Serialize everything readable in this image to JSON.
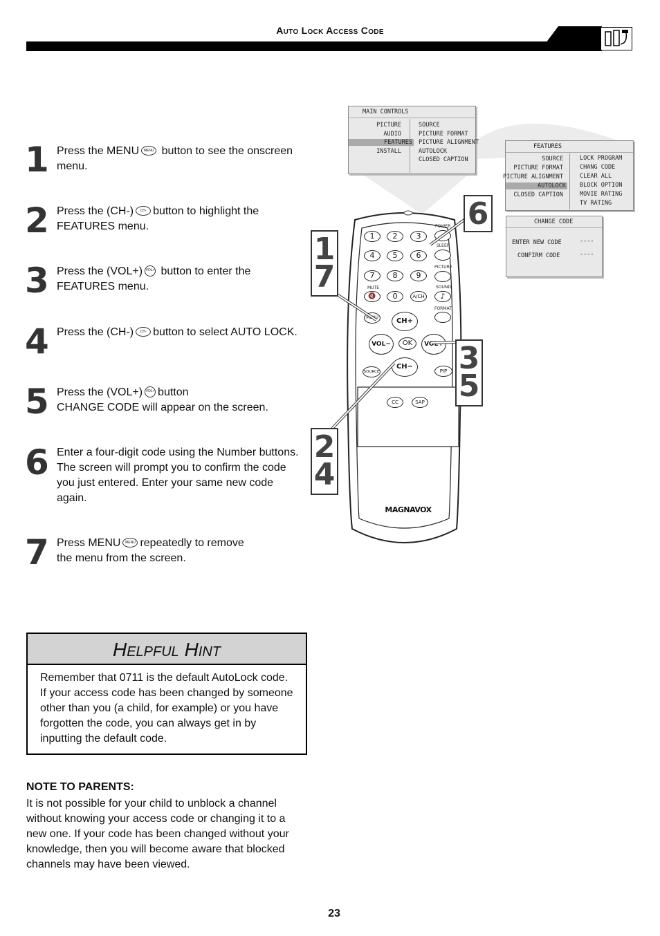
{
  "header": {
    "title": "Auto Lock Access Code"
  },
  "steps": [
    {
      "num": "1",
      "pre": "Press the MENU",
      "post": "button to see the onscreen menu.",
      "icon_label": "MENU"
    },
    {
      "num": "2",
      "pre": "Press the (CH-)",
      "post": "button to highlight the FEATURES menu.",
      "icon_label": "CH-"
    },
    {
      "num": "3",
      "pre": "Press the (VOL+)",
      "post": "button to enter the FEATURES menu.",
      "icon_label": "VOL+"
    },
    {
      "num": "4",
      "pre": "Press the (CH-)",
      "post": "button to select AUTO LOCK.",
      "icon_label": "CH-"
    },
    {
      "num": "5",
      "pre": "Press the (VOL+)",
      "post": "button",
      "line2": "CHANGE CODE will appear on the screen.",
      "icon_label": "VOL+"
    },
    {
      "num": "6",
      "text": "Enter a four-digit code using the Number buttons. The screen will prompt you to confirm the code you just entered. Enter your same new code again."
    },
    {
      "num": "7",
      "pre": "Press MENU",
      "post": "repeatedly to remove",
      "line2": "the menu from the screen.",
      "icon_label": "MENU"
    }
  ],
  "hint": {
    "title": "Helpful Hint",
    "text": "Remember that 0711 is the default AutoLock code. If your access code has been changed by someone other than you (a child, for example) or you have forgotten the code, you can always get in by inputting the default code."
  },
  "note": {
    "title": "NOTE TO PARENTS:",
    "text": "It is not possible for your child to unblock a channel without knowing your access code or changing it to a new one. If your code has been changed without your knowledge, then you will become aware that blocked channels may have been viewed."
  },
  "page_number": "23",
  "osd_main": {
    "title": "MAIN CONTROLS",
    "left": [
      "PICTURE",
      "AUDIO",
      "FEATURES",
      "INSTALL"
    ],
    "right": [
      "SOURCE",
      "PICTURE FORMAT",
      "PICTURE ALIGNMENT",
      "AUTOLOCK",
      "CLOSED CAPTION"
    ]
  },
  "osd_features": {
    "title": "FEATURES",
    "left": [
      "SOURCE",
      "PICTURE FORMAT",
      "PICTURE ALIGNMENT",
      "AUTOLOCK",
      "CLOSED CAPTION"
    ],
    "right": [
      "LOCK PROGRAM",
      "CHANG CODE",
      "CLEAR ALL",
      "BLOCK OPTION",
      "MOVIE RATING",
      "TV RATING"
    ]
  },
  "osd_change": {
    "title": "CHANGE CODE",
    "rows": [
      {
        "label": "ENTER NEW CODE",
        "value": "----"
      },
      {
        "label": "CONFIRM CODE",
        "value": "----"
      }
    ]
  },
  "callouts": {
    "c17_top": "1",
    "c17_bot": "7",
    "c6": "6",
    "c35_top": "3",
    "c35_bot": "5",
    "c24_top": "2",
    "c24_bot": "4"
  },
  "remote": {
    "brand": "MAGNAVOX",
    "digits": [
      "1",
      "2",
      "3",
      "4",
      "5",
      "6",
      "7",
      "8",
      "9",
      "0"
    ],
    "labels": {
      "power": "POWER",
      "sleep": "SLEEP",
      "picture": "PICTURE",
      "sound": "SOUND",
      "mute": "MUTE",
      "format": "FORMAT",
      "ach": "A/CH",
      "menu": "MENU",
      "ch_up": "CH+",
      "ch_down": "CH−",
      "vol_down": "VOL−",
      "vol_up": "VOL+",
      "ok": "OK",
      "source": "SOURCE",
      "pip": "PIP",
      "cc": "CC",
      "sap": "SAP"
    }
  }
}
